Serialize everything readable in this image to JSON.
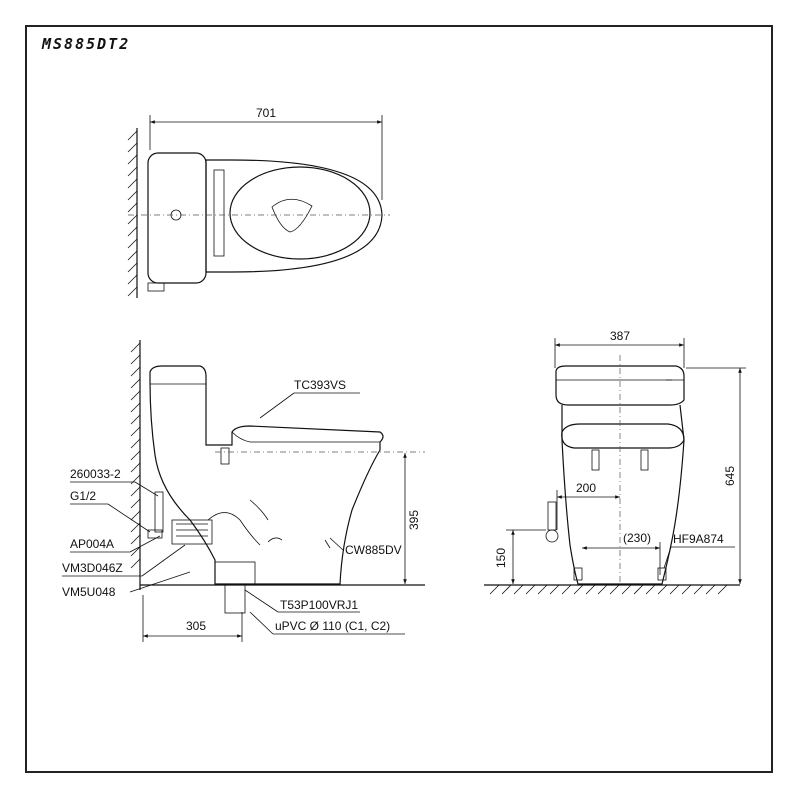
{
  "title": "MS885DT2",
  "dimensions": {
    "top_width": "701",
    "front_width": "387",
    "seat_height": "395",
    "total_height": "645",
    "rough_in": "305",
    "supply_height": "150",
    "foot_spacing": "200",
    "offset": "(230)"
  },
  "labels": {
    "seat": "TC393VS",
    "bowl": "CW885DV",
    "stop_valve": "260033-2",
    "thread": "G1/2",
    "adapter": "AP004A",
    "flange_a": "VM3D046Z",
    "flange_b": "VM5U048",
    "outlet": "T53P100VRJ1",
    "pipe": "uPVC Ø 110 (C1, C2)",
    "fixing": "HF9A874"
  }
}
